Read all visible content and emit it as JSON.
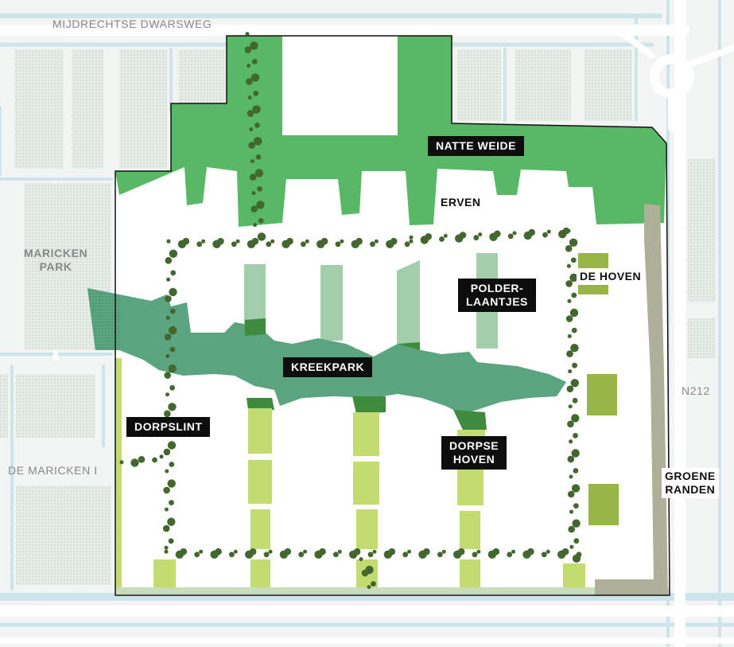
{
  "labels": {
    "road_north": "MIJDRECHTSE DWARSWEG",
    "maricken_park": "MARICKEN\nPARK",
    "de_maricken": "DE MARICKEN I",
    "n212": "N212",
    "natte_weide": "NATTE WEIDE",
    "erven": "ERVEN",
    "polderlaantjes": "POLDER-\nLAANTJES",
    "de_hoven": "DE HOVEN",
    "kreekpark": "KREEKPARK",
    "dorpslint": "DORPSLINT",
    "dorpse_hoven": "DORPSE\nHOVEN",
    "groene_randen": "GROENE\nRANDEN"
  },
  "colors": {
    "background": "#f3f4f4",
    "water": "#cde5ea",
    "road": "#ffffff",
    "dotted_fields": "#e4ebe6",
    "natte_weide": "#58b866",
    "kreekpark": "#5aa57f",
    "polderlaantjes": "#a2ceab",
    "dorpse_hoven": "#c3dc72",
    "de_hoven": "#98b646",
    "groene_randen": "#aeb197",
    "tree": "#43672e",
    "outline": "#111111"
  }
}
